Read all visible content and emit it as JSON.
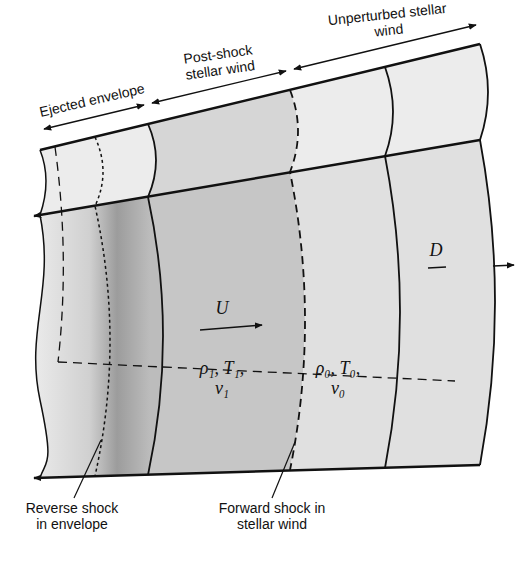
{
  "diagram": {
    "labels": [
      "Ejected envelope",
      "Post-shock stellar wind",
      "Unperturbed stellar wind",
      "U",
      "D",
      "ρ₁, T₁, v₁",
      "ρ₀, T₀, v₀",
      "Reverse shock in envelope",
      "Forward shock in stellar wind"
    ]
  }
}
